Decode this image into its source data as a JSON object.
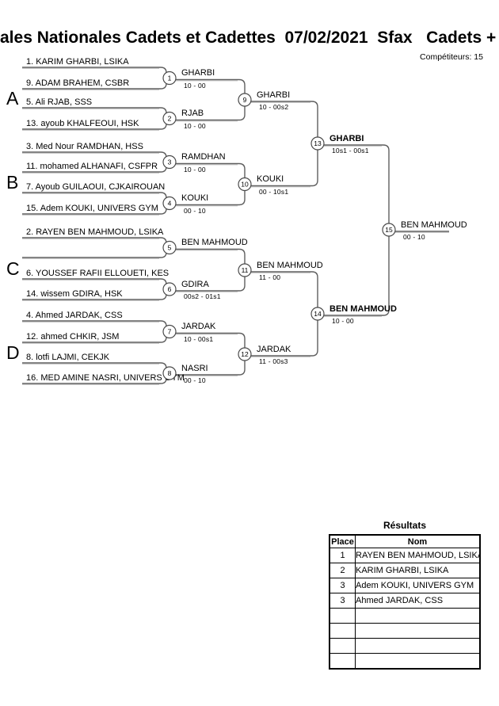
{
  "header": {
    "title": "ales Nationales Cadets et Cadettes  07/02/2021  Sfax   Cadets +",
    "competitors": "Compétiteurs: 15"
  },
  "bracket": {
    "groups": [
      "A",
      "B",
      "C",
      "D"
    ],
    "players": [
      "1. KARIM GHARBI, LSIKA",
      "9. ADAM BRAHEM, CSBR",
      "5. Ali RJAB, SSS",
      "13. ayoub KHALFEOUI, HSK",
      "3. Med Nour RAMDHAN, HSS",
      "11. mohamed ALHANAFI, CSFPR",
      "7. Ayoub GUILAOUI, CJKAIROUAN",
      "15. Adem KOUKI, UNIVERS GYM",
      "2. RAYEN BEN MAHMOUD, LSIKA",
      "",
      "6. YOUSSEF RAFII ELLOUETI, KES",
      "14. wissem GDIRA, HSK",
      "4. Ahmed JARDAK, CSS",
      "12. ahmed CHKIR, JSM",
      "8. lotfi LAJMI, CEKJK",
      "16. MED AMINE NASRI, UNIVERS GYM"
    ],
    "matches": [
      {
        "num": 1,
        "winner": "GHARBI",
        "score": "10 - 00"
      },
      {
        "num": 2,
        "winner": "RJAB",
        "score": "10 - 00"
      },
      {
        "num": 3,
        "winner": "RAMDHAN",
        "score": "10 - 00"
      },
      {
        "num": 4,
        "winner": "KOUKI",
        "score": "00 - 10"
      },
      {
        "num": 5,
        "winner": "BEN MAHMOUD",
        "score": ""
      },
      {
        "num": 6,
        "winner": "GDIRA",
        "score": "00s2 - 01s1"
      },
      {
        "num": 7,
        "winner": "JARDAK",
        "score": "10 - 00s1"
      },
      {
        "num": 8,
        "winner": "NASRI",
        "score": "00 - 10"
      },
      {
        "num": 9,
        "winner": "GHARBI",
        "score": "10 - 00s2"
      },
      {
        "num": 10,
        "winner": "KOUKI",
        "score": "00 - 10s1"
      },
      {
        "num": 11,
        "winner": "BEN MAHMOUD",
        "score": "11 - 00"
      },
      {
        "num": 12,
        "winner": "JARDAK",
        "score": "11 - 00s3"
      },
      {
        "num": 13,
        "winner": "GHARBI",
        "score": "10s1 - 00s1"
      },
      {
        "num": 14,
        "winner": "BEN MAHMOUD",
        "score": "10 - 00"
      },
      {
        "num": 15,
        "winner": "BEN MAHMOUD",
        "score": "00 - 10"
      }
    ]
  },
  "results": {
    "title": "Résultats",
    "columns": [
      "Place",
      "Nom"
    ],
    "rows": [
      [
        "1",
        "RAYEN BEN MAHMOUD, LSIKA"
      ],
      [
        "2",
        "KARIM GHARBI, LSIKA"
      ],
      [
        "3",
        "Adem KOUKI, UNIVERS GYM"
      ],
      [
        "3",
        "Ahmed JARDAK, CSS"
      ],
      [
        "",
        ""
      ],
      [
        "",
        ""
      ],
      [
        "",
        ""
      ],
      [
        "",
        ""
      ]
    ]
  }
}
